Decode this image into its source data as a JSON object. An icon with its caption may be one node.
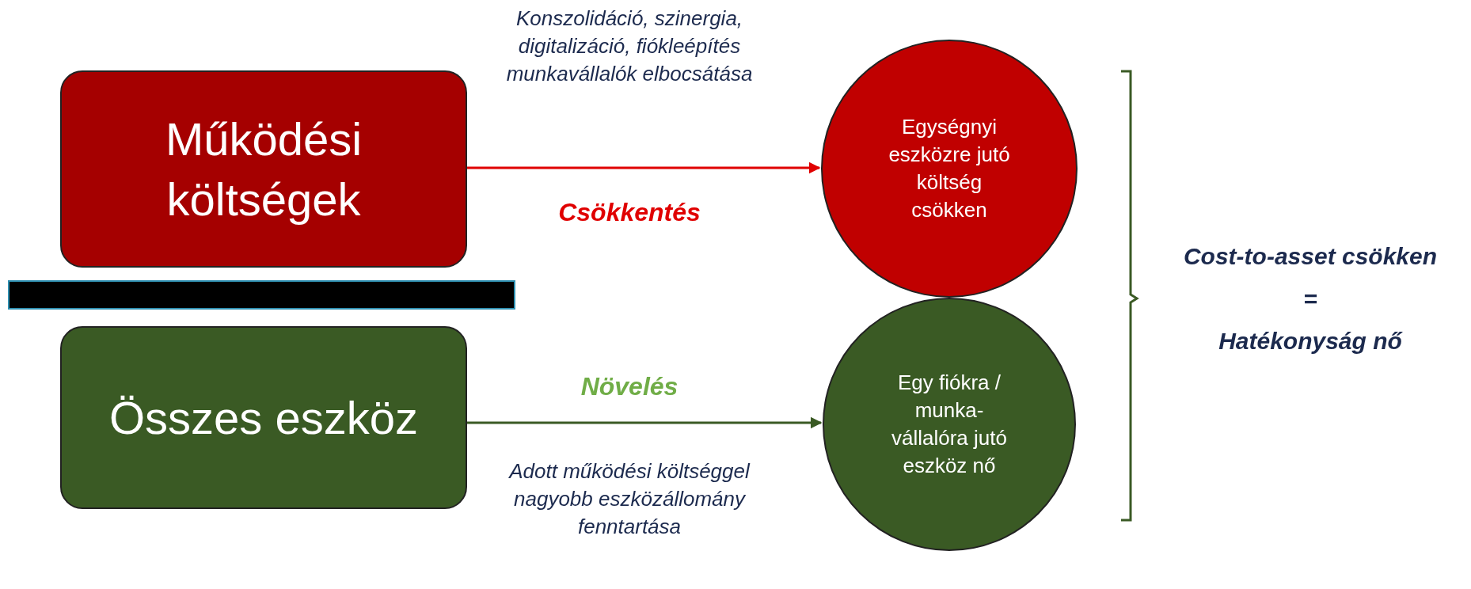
{
  "diagram": {
    "nodes": [
      {
        "text": [
          "Működési költségek"
        ]
      },
      {
        "text": [],
        "shape": "bar"
      },
      {
        "text": [
          "Összes eszköz"
        ]
      },
      {
        "text": [
          "Egységnyi eszközre jutó költség csökken"
        ]
      },
      {
        "text": [
          "Egy fiókra / munka-vállalóra jutó eszköz nő"
        ]
      }
    ],
    "edges": [
      {
        "from": 0,
        "to": 3,
        "arrow": "to",
        "label": "Csökkentés",
        "color": "#e00000"
      },
      {
        "from": 2,
        "to": 4,
        "arrow": "to",
        "label": "Növelés",
        "color": "#3a5a24"
      }
    ],
    "labels": [
      "Konszolidáció, szinergia, digitalizáció, fiókleépítés munkavállalók elbocsátása",
      "Adott működési költséggel nagyobb eszközállomány fenntartása",
      "Cost-to-asset csökken",
      "=",
      "Hatékonyság nő"
    ]
  }
}
